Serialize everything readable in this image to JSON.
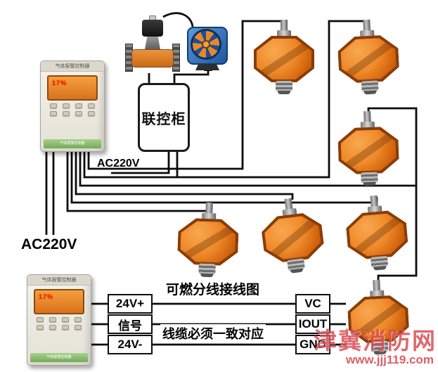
{
  "diagram": {
    "caption": "可燃分线接线图",
    "note": "线缆必须一致对应",
    "cabinet_label": "联控柜",
    "ac220v_cabinet": "AC220V",
    "ac220v_controller": "AC220V"
  },
  "controllers": {
    "top": {
      "header": "气体报警控制器",
      "display": "17%",
      "footer": "气体报警控制器"
    },
    "bottom": {
      "header": "气体报警控制器",
      "display": "17%",
      "footer": "气体报警控制器"
    }
  },
  "terminals": {
    "left": [
      "24V+",
      "信号",
      "24V-"
    ],
    "right": [
      "VC",
      "IOUT",
      "GND"
    ]
  },
  "watermark": {
    "name": "津冀消防网",
    "url": "www.jjj119.com"
  },
  "colors": {
    "detector_orange": "#e2711d",
    "wire_black": "#0b0b0b",
    "fan_blue": "#2b6fc0",
    "screen_orange": "#e98224",
    "watermark_red": "#d94f55"
  }
}
